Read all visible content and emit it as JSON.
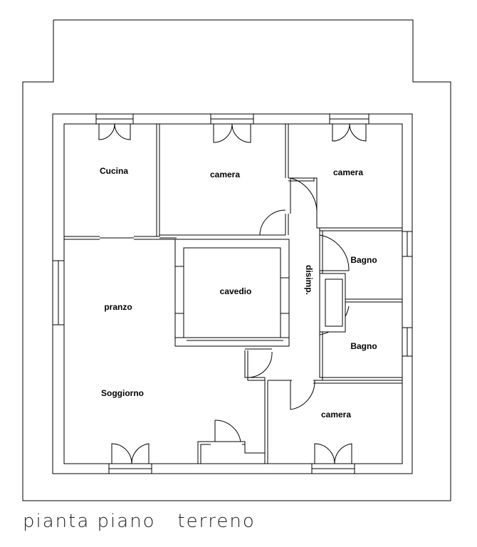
{
  "plan": {
    "rooms": {
      "cucina": "Cucina",
      "camera_1": "camera",
      "camera_2": "camera",
      "bagno_1": "Bagno",
      "cavedio": "cavedio",
      "disimpegno": "disimp.",
      "pranzo": "pranzo",
      "bagno_2": "Bagno",
      "soggiorno": "Soggiorno",
      "camera_3": "camera"
    },
    "caption": "pianta piano   terreno"
  }
}
